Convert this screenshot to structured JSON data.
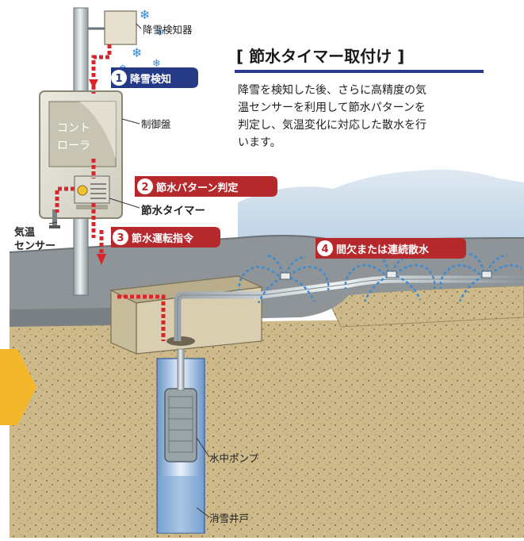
{
  "title": "[ 節水タイマー取付け ]",
  "description": [
    "降雪を検知した後、さらに高精度の気",
    "温センサーを利用して節水パターンを",
    "判定し、気温変化に対応した散水を行",
    "います。"
  ],
  "labels": {
    "snow_detector": "降雪検知器",
    "control_panel": "制御盤",
    "controller_line1": "コント",
    "controller_line2": "ローラ",
    "water_timer": "節水タイマー",
    "temp_sensor_line1": "気温",
    "temp_sensor_line2": "センサー",
    "pump": "水中ポンプ",
    "well": "消雪井戸"
  },
  "steps": [
    {
      "num": "1",
      "text": "降雪検知"
    },
    {
      "num": "2",
      "text": "節水パターン判定"
    },
    {
      "num": "3",
      "text": "節水運転指令"
    },
    {
      "num": "4",
      "text": "間欠または連続散水"
    }
  ],
  "colors": {
    "title_bar": "#2b3a8c",
    "step1_badge": "#243a87",
    "step_badge_red": "#b5282c",
    "cable_red": "#d8262b",
    "ground": "#cdb98a",
    "road": "#8e9497",
    "water": "#3d8bd0",
    "mountain": "#c9dcea"
  }
}
